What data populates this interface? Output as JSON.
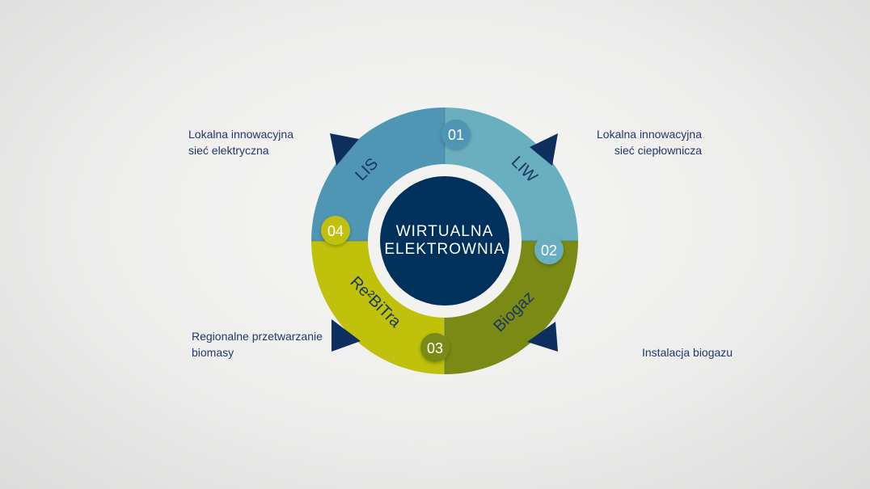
{
  "center": {
    "line1": "WIRTUALNA",
    "line2": "ELEKTROWNIA"
  },
  "segments": [
    {
      "number": "01",
      "label": "LIW",
      "description": [
        "Lokalna innowacyjna",
        "sieć ciepłownicza"
      ],
      "color": "#6aafbf"
    },
    {
      "number": "02",
      "label": "Biogaz",
      "description": [
        "Instalacja biogazu"
      ],
      "color": "#7a8a14"
    },
    {
      "number": "03",
      "label": "Re²BiTra",
      "description": [
        "Regionalne przetwarzanie",
        "biomasy"
      ],
      "color": "#bfc10b"
    },
    {
      "number": "04",
      "label": "LIS",
      "description": [
        "Lokalna innowacyjna",
        "sieć elektryczna"
      ],
      "color": "#4f95b4"
    }
  ],
  "colors": {
    "center": "#00305c",
    "arrow": "#0e2f5e",
    "text": "#22386a",
    "badge_01": "#4f95b4",
    "badge_02": "#6aafbf",
    "badge_03": "#7a8a14",
    "badge_04": "#bfc10b"
  }
}
